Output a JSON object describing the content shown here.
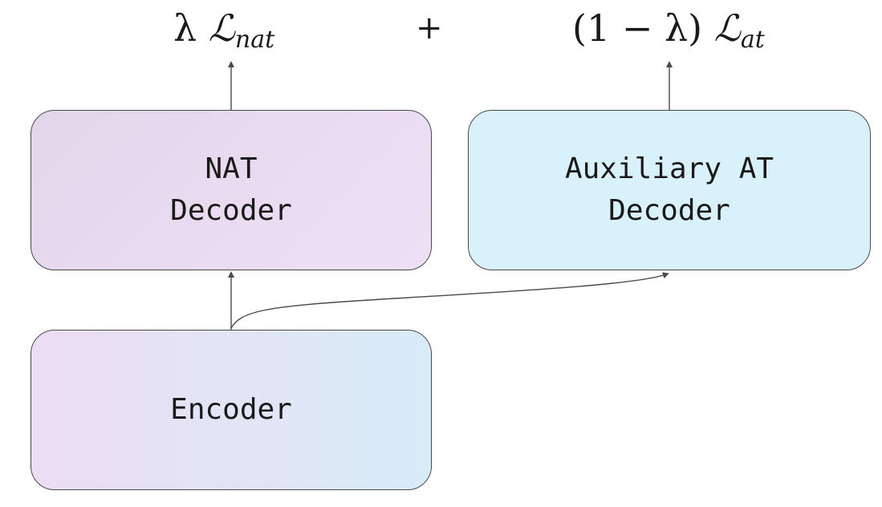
{
  "blocks": {
    "nat_decoder": {
      "label": "NAT\nDecoder"
    },
    "at_decoder": {
      "label": "Auxiliary AT\nDecoder"
    },
    "encoder": {
      "label": "Encoder"
    }
  },
  "loss": {
    "nat": {
      "weight": "λ",
      "symbol": "ℒ",
      "subscript": "nat"
    },
    "plus": "+",
    "at": {
      "weight": "(1 − λ)",
      "symbol": "ℒ",
      "subscript": "at"
    }
  },
  "colors": {
    "nat_decoder_fill": "#eadbf1",
    "at_decoder_fill": "#d9f1fb",
    "encoder_fill_start": "#ecdcf4",
    "encoder_fill_end": "#d8ecf8",
    "border": "#4a4a4a"
  }
}
